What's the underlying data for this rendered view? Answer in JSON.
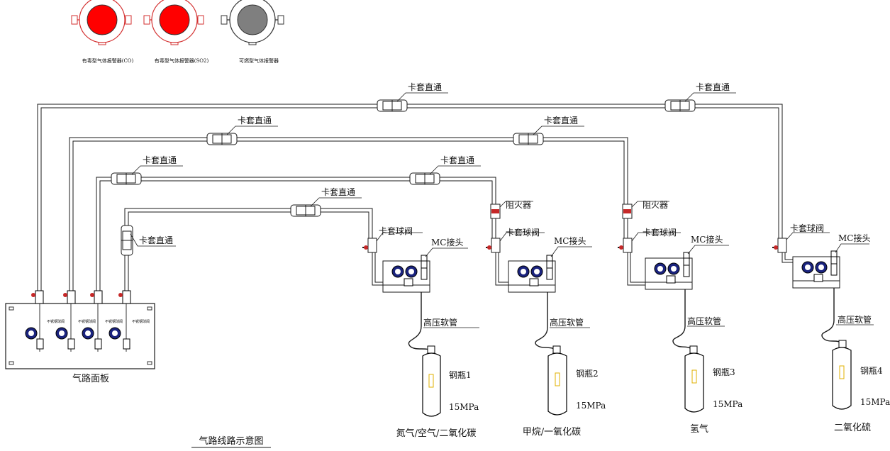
{
  "alarms": [
    {
      "label": "有毒型气体报警器(CO)",
      "color": "#ff0000"
    },
    {
      "label": "有毒型气体报警器(SO2)",
      "color": "#ff0000"
    },
    {
      "label": "可燃型气体报警器",
      "color": "#7f7f7f"
    }
  ],
  "labels": {
    "straight_union": "卡套直通",
    "flame_arrester": "阻火器",
    "ball_valve": "卡套球阀",
    "mc_connector": "MC接头",
    "hp_hose": "高压软管",
    "panel": "气路面板",
    "panel_mini": "不锈钢球阀",
    "title": "气路线路示意图",
    "pressure": "15MPa"
  },
  "cylinders": [
    {
      "name": "钢瓶1",
      "gas": "氮气/空气/二氧化碳"
    },
    {
      "name": "钢瓶2",
      "gas": "甲烷/一氧化碳"
    },
    {
      "name": "钢瓶3",
      "gas": "氢气"
    },
    {
      "name": "钢瓶4",
      "gas": "二氧化硫"
    }
  ],
  "colors": {
    "line": "#1a1a1a",
    "gauge": "#1a237e",
    "red": "#ff0000",
    "valve_red": "#c62828"
  }
}
